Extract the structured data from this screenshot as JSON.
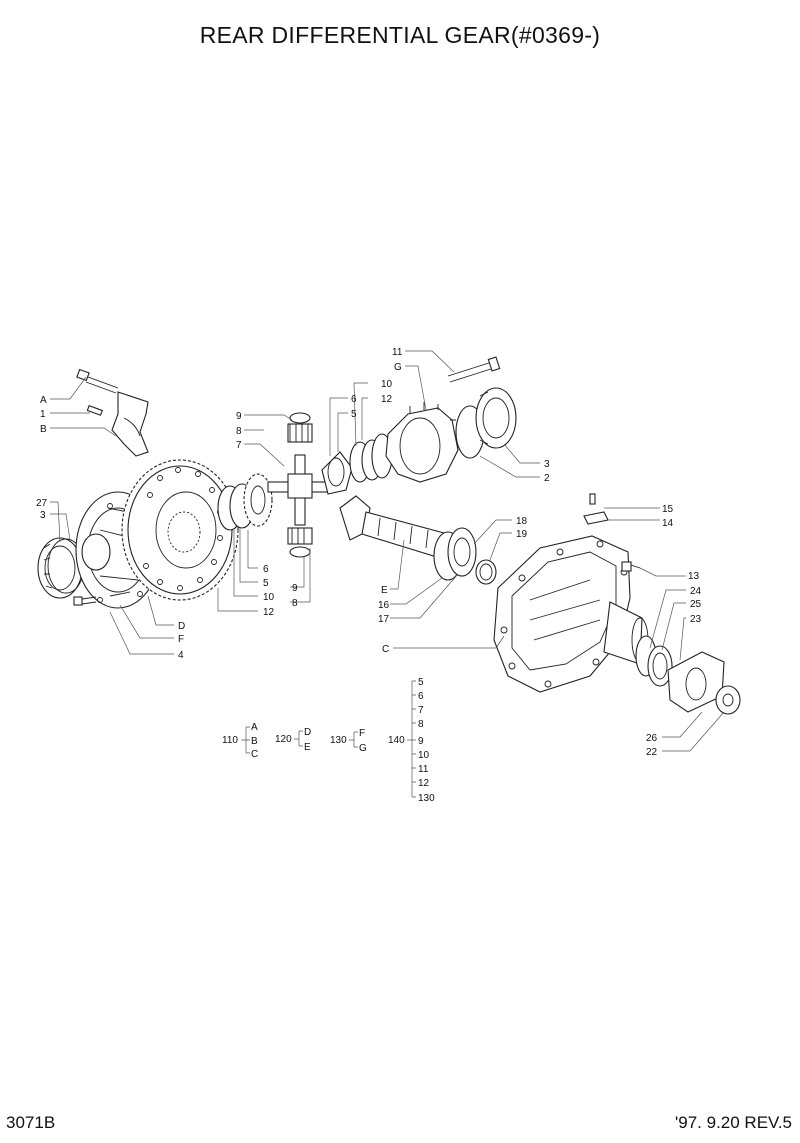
{
  "header": {
    "title": "REAR DIFFERENTIAL GEAR(#0369-)"
  },
  "footer": {
    "doc_code": "3071B",
    "revision": "'97. 9.20 REV.5"
  },
  "callouts": {
    "a": "A",
    "b": "B",
    "c": "C",
    "d": "D",
    "e": "E",
    "f": "F",
    "g": "G",
    "n1": "1",
    "n2": "2",
    "n3": "3",
    "n4": "4",
    "n5": "5",
    "n6": "6",
    "n7": "7",
    "n8": "8",
    "n9": "9",
    "n10": "10",
    "n11": "11",
    "n12": "12",
    "n13": "13",
    "n14": "14",
    "n15": "15",
    "n16": "16",
    "n17": "17",
    "n18": "18",
    "n19": "19",
    "n22": "22",
    "n23": "23",
    "n24": "24",
    "n25": "25",
    "n26": "26",
    "n27": "27"
  },
  "groups": {
    "g110": {
      "label": "110",
      "items": [
        "A",
        "B",
        "C"
      ]
    },
    "g120": {
      "label": "120",
      "items": [
        "D",
        "E"
      ]
    },
    "g130": {
      "label": "130",
      "items": [
        "F",
        "G"
      ]
    },
    "g140": {
      "label": "140",
      "items": [
        "5",
        "6",
        "7",
        "8",
        "9",
        "10",
        "11",
        "12",
        "130"
      ]
    }
  }
}
